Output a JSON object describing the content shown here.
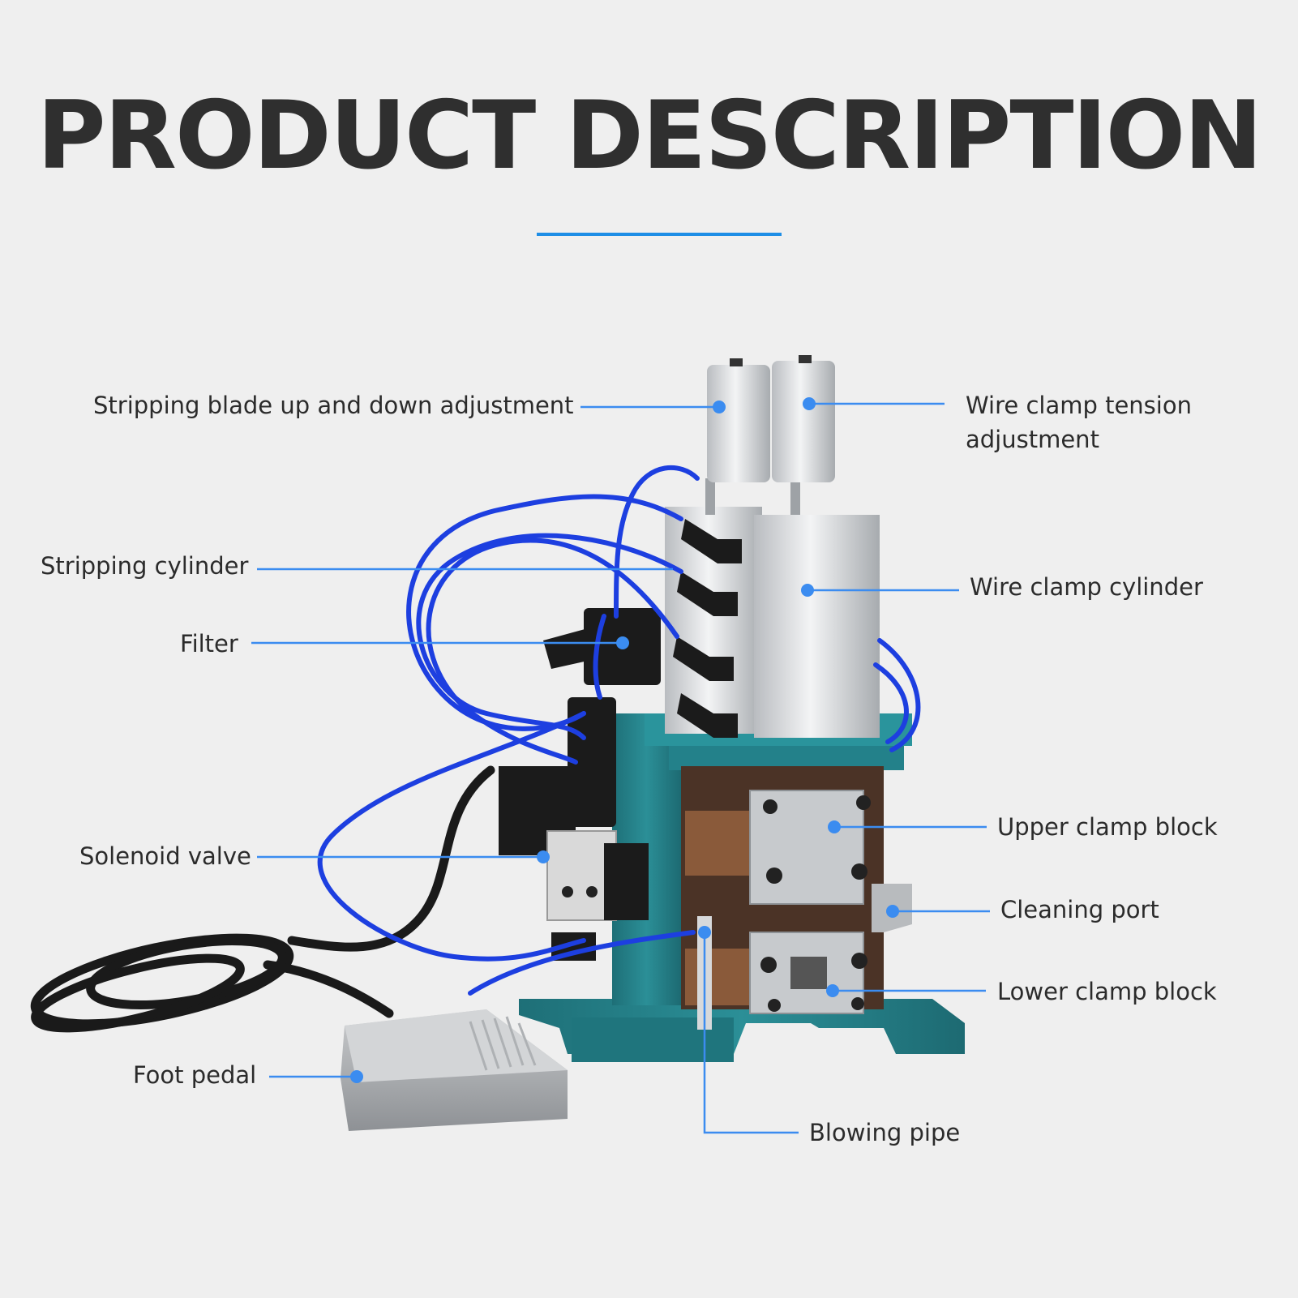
{
  "title": "PRODUCT DESCRIPTION",
  "accent_color": "#1e8ee6",
  "callout_color": "#3b8cf0",
  "labels": {
    "stripping_blade_adjustment": "Stripping blade up and down adjustment",
    "wire_clamp_tension": "Wire clamp tension\nadjustment",
    "stripping_cylinder": "Stripping cylinder",
    "wire_clamp_cylinder": "Wire clamp cylinder",
    "filter": "Filter",
    "solenoid_valve": "Solenoid valve",
    "upper_clamp_block": "Upper clamp block",
    "cleaning_port": "Cleaning port",
    "lower_clamp_block": "Lower clamp block",
    "foot_pedal": "Foot pedal",
    "blowing_pipe": "Blowing pipe"
  }
}
